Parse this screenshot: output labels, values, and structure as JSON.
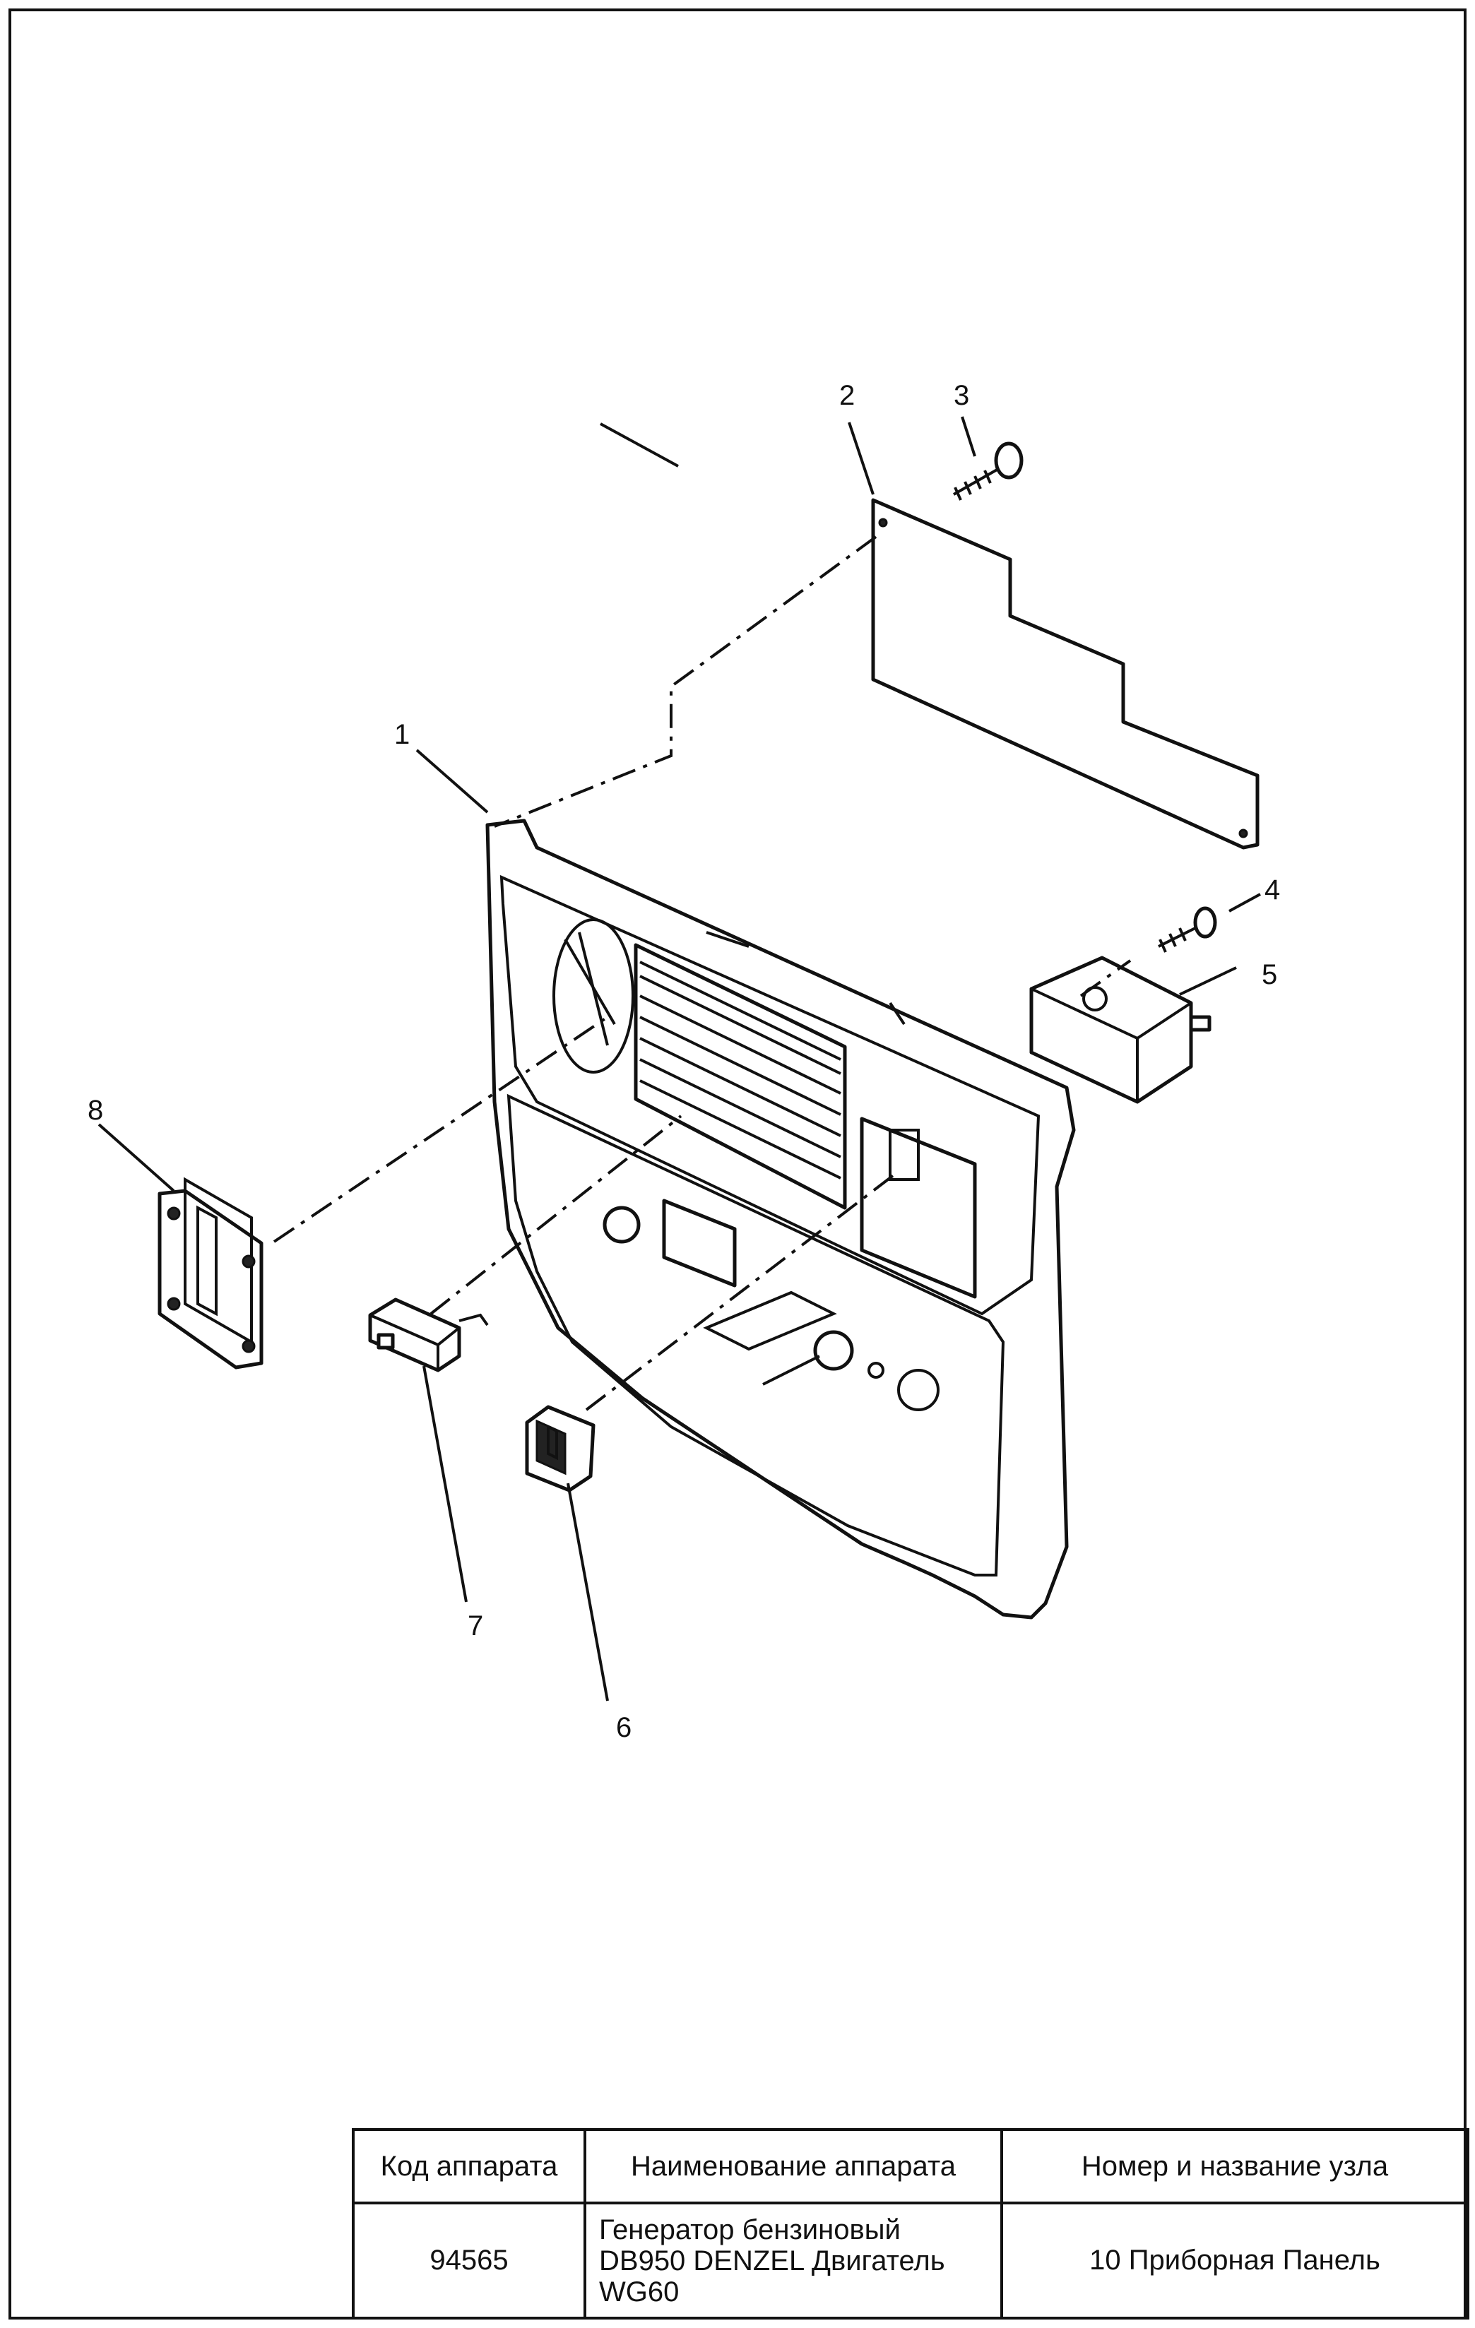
{
  "callouts": {
    "c1": "1",
    "c2": "2",
    "c3": "3",
    "c4": "4",
    "c5": "5",
    "c6": "6",
    "c7": "7",
    "c8": "8"
  },
  "title_block": {
    "headers": {
      "code": "Код аппарата",
      "name": "Наименование аппарата",
      "unit": "Номер и название узла"
    },
    "values": {
      "code": "94565",
      "name": "Генератор бензиновый DB950 DENZEL Двигатель WG60",
      "unit": "10 Приборная Панель"
    }
  }
}
